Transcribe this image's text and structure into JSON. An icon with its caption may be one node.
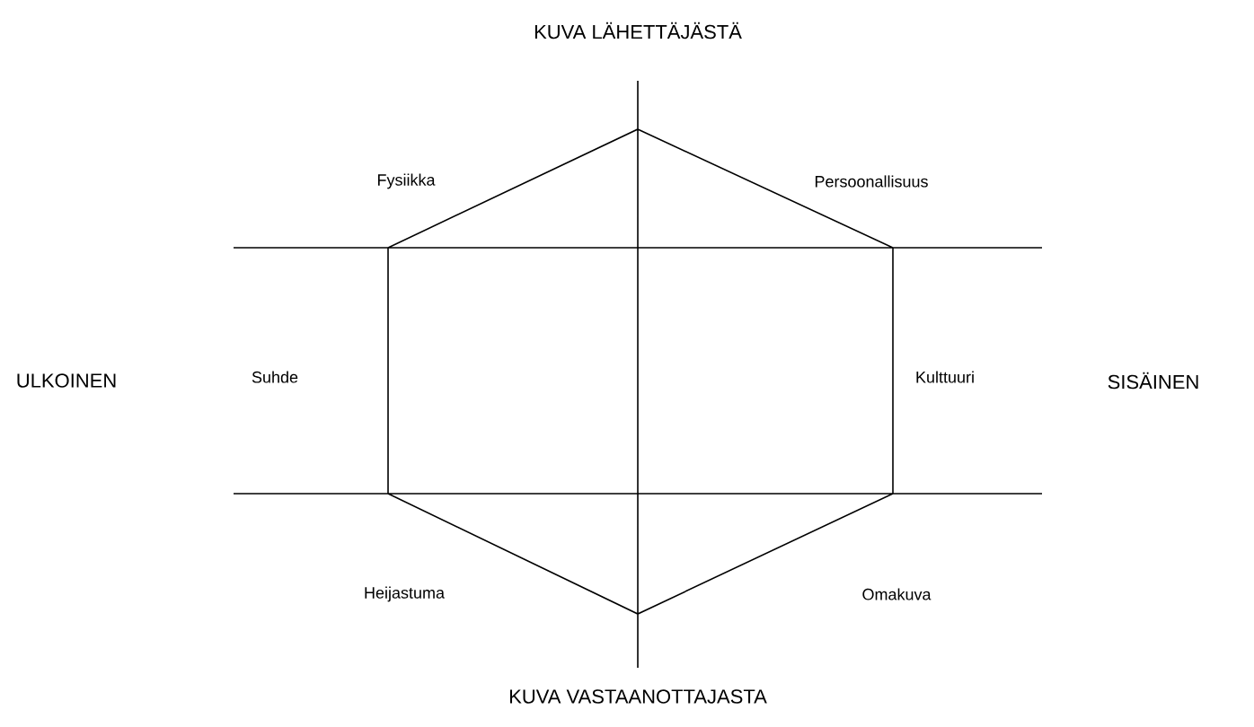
{
  "diagram": {
    "labels": [
      "KUVA LÄHETTÄJÄSTÄ",
      "Fysiikka",
      "Persoonallisuus",
      "ULKOINEN",
      "Suhde",
      "Kulttuuri",
      "SISÄINEN",
      "Heijastuma",
      "Omakuva",
      "KUVA VASTAANOTTAJASTA"
    ]
  }
}
